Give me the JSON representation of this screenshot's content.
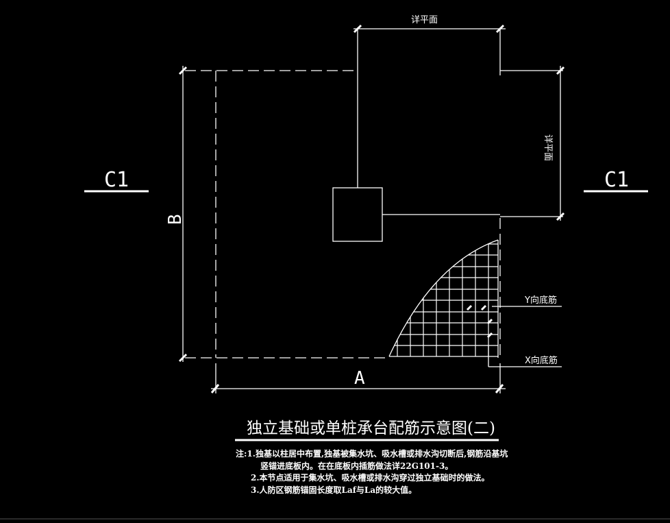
{
  "labels": {
    "section_left": "C1",
    "section_right": "C1",
    "dim_top": "详平面",
    "dim_right": "详平面",
    "dim_b": "B",
    "dim_a": "A",
    "y_rebar": "Y向底筋",
    "x_rebar": "X向底筋"
  },
  "title": "独立基础或单桩承台配筋示意图(二)",
  "notes": {
    "line1": "注:1.独基以柱居中布置,独基被集水坑、吸水槽或排水沟切断后,钢筋沿基坑",
    "line2": "竖锚进底板内。在在底板内插筋做法详22G101-3。",
    "line3": "2.本节点适用于集水坑、吸水槽或排水沟穿过独立基础时的做法。",
    "line4": "3.人防区钢筋锚固长度取Laf与La的较大值。"
  }
}
